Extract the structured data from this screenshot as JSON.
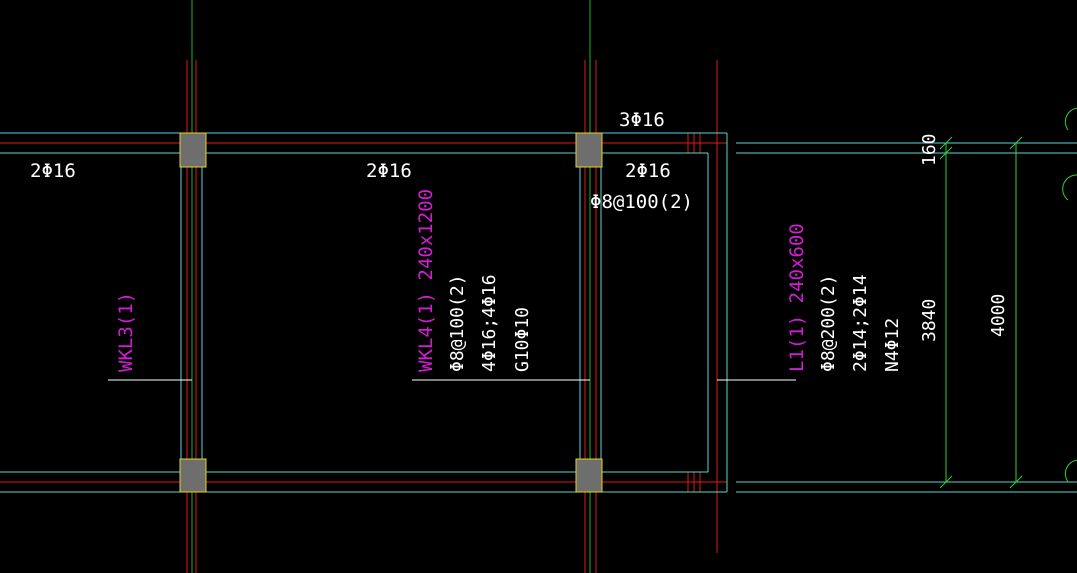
{
  "colors": {
    "background": "#000000",
    "axis_green": "#1fb41f",
    "axis_red": "#e01818",
    "beam_cyan": "#5ad6d6",
    "text_white": "#ffffff",
    "text_magenta": "#d21ed2",
    "column_fill": "#6e6e6e",
    "column_border": "#e6d21e",
    "dimension": "#2fd22f"
  },
  "top_rebar": {
    "left": "2Φ16",
    "middle": "2Φ16",
    "right": "2Φ16",
    "extra": "3Φ16"
  },
  "stirrup_note": "Φ8@100(2)",
  "beams": {
    "wkl3": {
      "name": "WKL3(1)"
    },
    "wkl4": {
      "name": "WKL4(1) 240x1200",
      "stirrup": "Φ8@100(2)",
      "rebar": "4Φ16;4Φ16",
      "side": "G10Φ10"
    },
    "l1": {
      "name": "L1(1) 240x600",
      "stirrup": "Φ8@200(2)",
      "rebar": "2Φ14;2Φ14",
      "torsion": "N4Φ12"
    }
  },
  "dimensions": {
    "d160": "160",
    "d3840": "3840",
    "d4000": "4000"
  }
}
